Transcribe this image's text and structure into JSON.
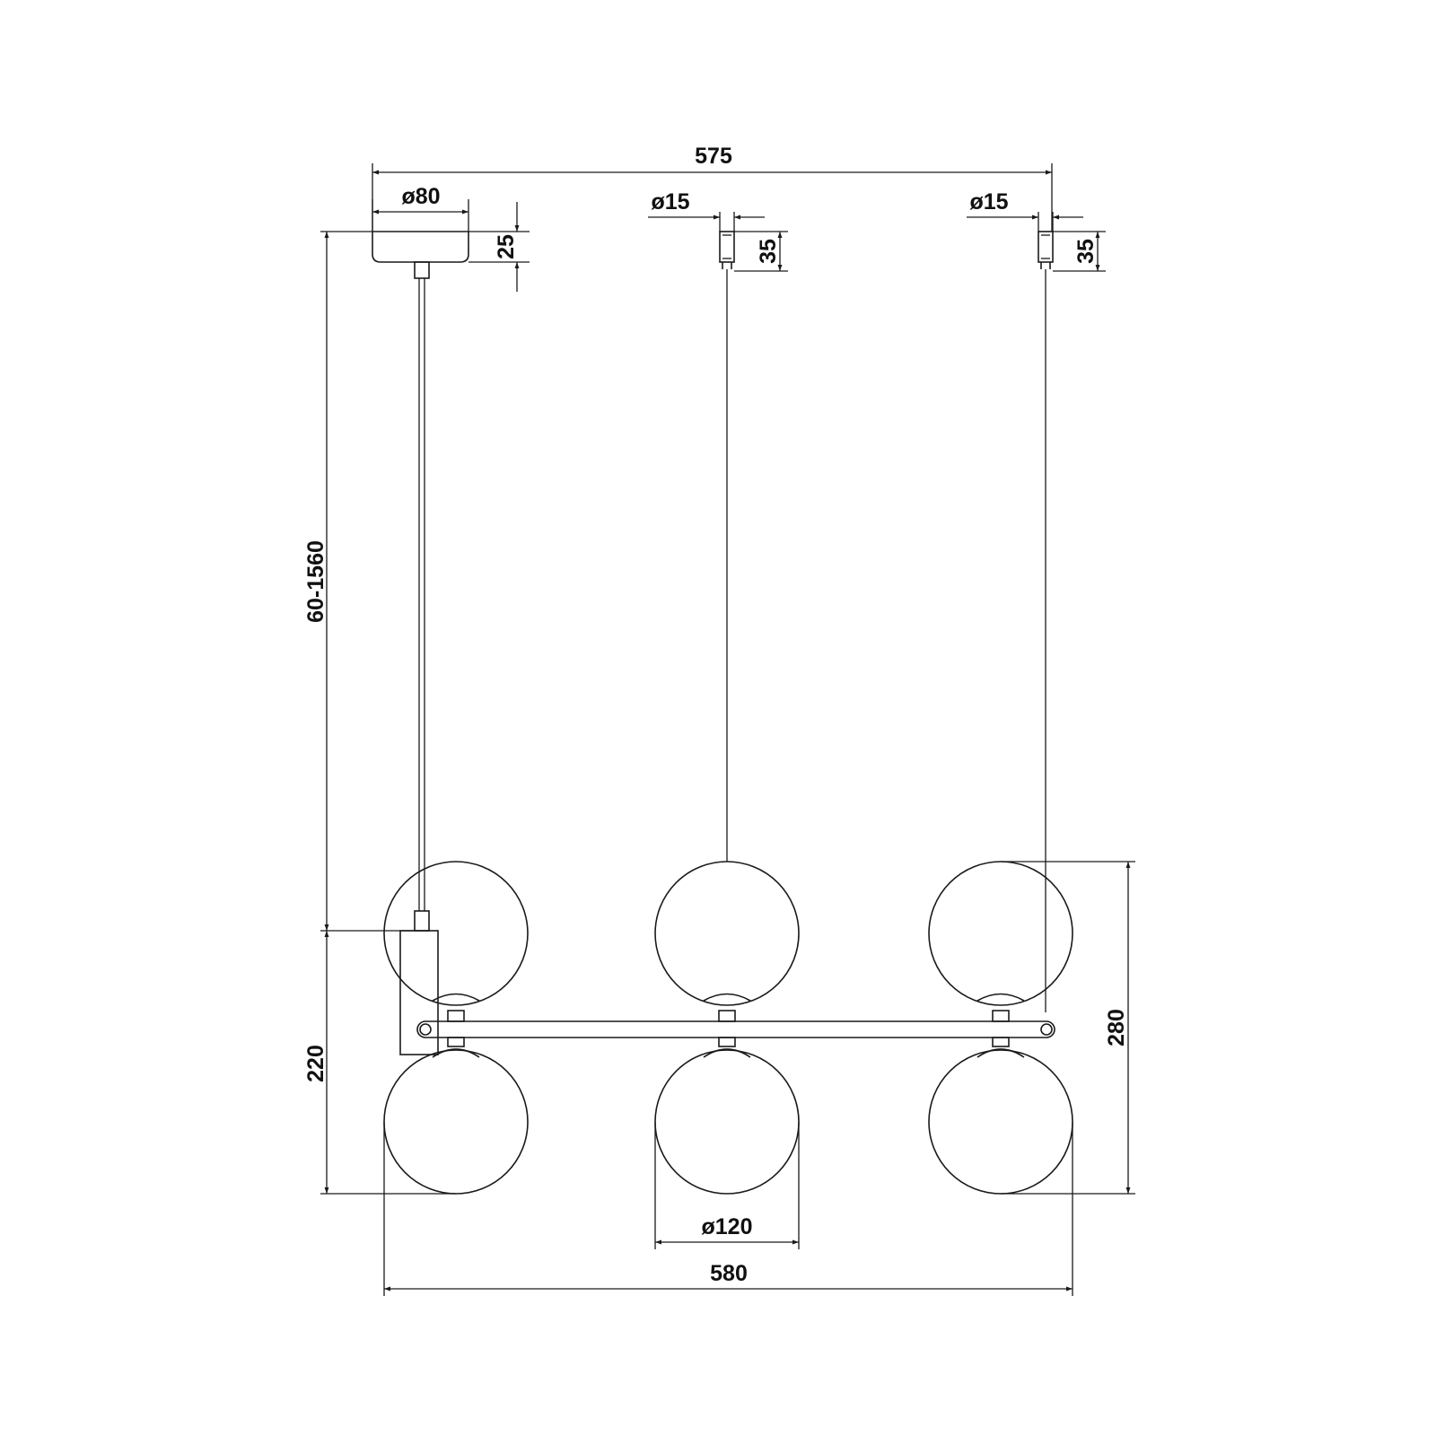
{
  "dimensions": {
    "top_span": "575",
    "canopy_diameter": "ø80",
    "canopy_height": "25",
    "mid_cap_diameter": "ø15",
    "mid_cap_height": "35",
    "right_cap_diameter": "ø15",
    "right_cap_height": "35",
    "suspension_length": "60-1560",
    "body_height": "220",
    "overall_height": "280",
    "globe_diameter": "ø120",
    "overall_width": "580"
  }
}
